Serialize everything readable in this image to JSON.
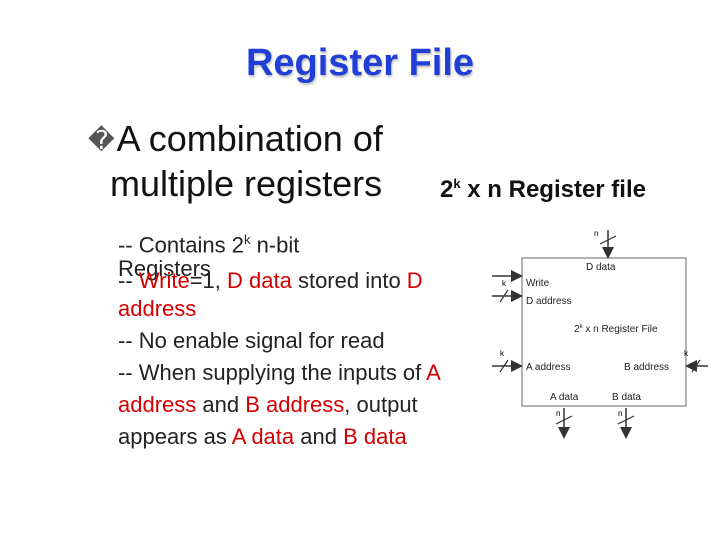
{
  "title": "Register File",
  "bullet": {
    "mark": "�",
    "line1": "A combination of",
    "line2": "multiple registers"
  },
  "heading_right": {
    "base": "2",
    "exp": "k",
    "rest": " x n Register file"
  },
  "sub": {
    "line1_prefix": "-- Contains 2",
    "line1_exp": "k",
    "line1_suffix": " n-bit",
    "registers": "Registers",
    "write_prefix": "-- ",
    "write_word": "Write",
    "write_mid": "=1, ",
    "d_data": "D data",
    "stored": " stored into ",
    "d": "D",
    "address": "address",
    "no_enable": "-- No enable signal for read",
    "when": "-- When supplying the inputs of ",
    "a": "A",
    "a_address": "address",
    "and": " and ",
    "b_address": "B address",
    "output": ", output",
    "appears": "appears as ",
    "a_data": "A data",
    "and2": " and ",
    "b_data": "B data"
  },
  "diagram": {
    "write": "Write",
    "d_data": "D data",
    "d_address": "D address",
    "regfile_base": "2",
    "regfile_exp": "k",
    "regfile_rest": " x n Register File",
    "a_address": "A address",
    "b_address": "B address",
    "a_data": "A data",
    "b_data": "B data",
    "n": "n",
    "k": "k"
  },
  "colors": {
    "title": "#1f3fd6",
    "highlight": "#d40000",
    "text": "#222222"
  }
}
